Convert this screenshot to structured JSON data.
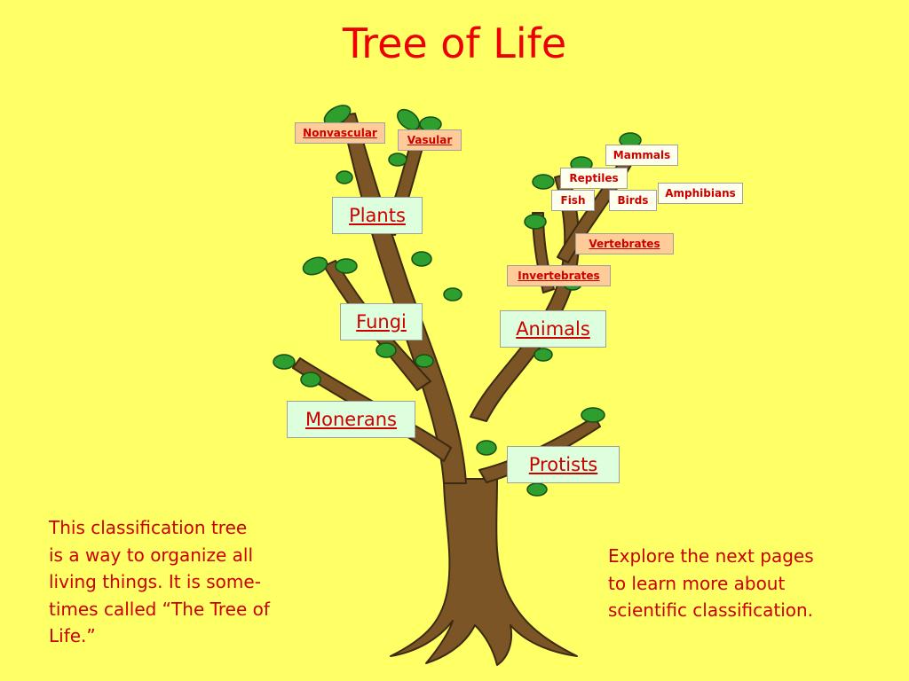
{
  "title": "Tree of Life",
  "labels": {
    "plants": "Plants",
    "fungi": "Fungi",
    "monerans": "Monerans",
    "animals": "Animals",
    "protists": "Protists",
    "nonvascular": "Nonvascular",
    "vascular": "Vasular",
    "invertebrates": "Invertebrates",
    "vertebrates": "Vertebrates",
    "mammals": "Mammals",
    "reptiles": "Reptiles",
    "fish": "Fish",
    "birds": "Birds",
    "amphibians": "Amphibians"
  },
  "notes": {
    "left": [
      "This classification tree",
      "is a way to organize all",
      "living things. It is some-",
      "times called “The Tree of",
      "Life.”"
    ],
    "right": [
      "Explore the next pages",
      "to learn more about",
      "scientific classification."
    ]
  },
  "colors": {
    "background": "#ffff66",
    "text": "#cc0000",
    "trunk": "#7b5525",
    "leaf": "#2e9e2e"
  }
}
